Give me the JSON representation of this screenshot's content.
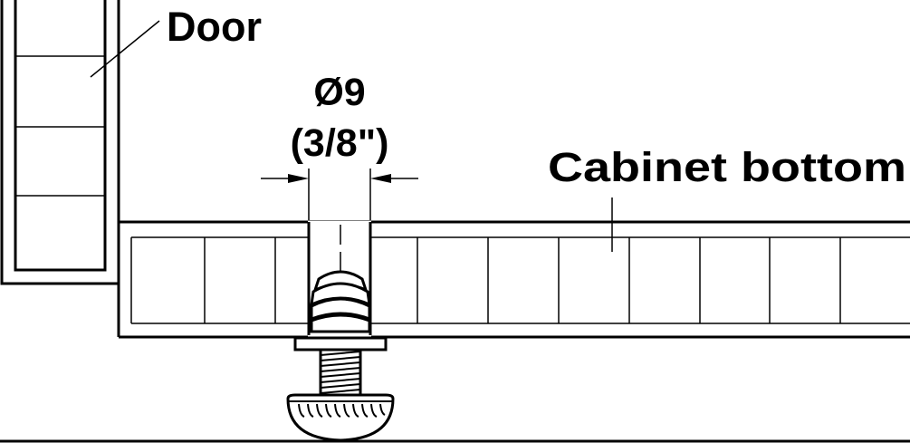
{
  "labels": {
    "door": "Door",
    "diameter_mm": "Ø9",
    "diameter_in": "(3/8\")",
    "cabinet_bottom": "Cabinet bottom"
  },
  "colors": {
    "line": "#000000",
    "background": "#ffffff"
  }
}
